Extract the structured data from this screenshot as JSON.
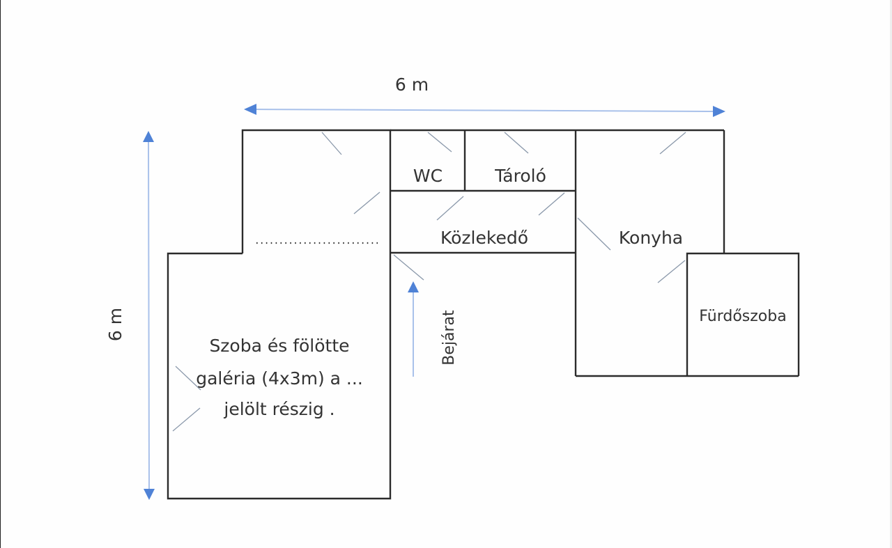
{
  "floorplan": {
    "dimensions": {
      "width_label": "6 m",
      "height_label": "6 m"
    },
    "rooms": {
      "room_gallery": {
        "line1": "Szoba és fölötte",
        "line2": "galéria (4x3m) a ...",
        "line3": "jelölt részig ."
      },
      "wc": "WC",
      "storage": "Tároló",
      "hallway": "Közlekedő",
      "kitchen": "Konyha",
      "bathroom": "Fürdőszoba"
    },
    "entrance_label": "Bejárat",
    "colors": {
      "wall": "#2b2b2b",
      "dimension_arrow": "#4f82d6",
      "door_swing": "#8a98aa"
    }
  }
}
